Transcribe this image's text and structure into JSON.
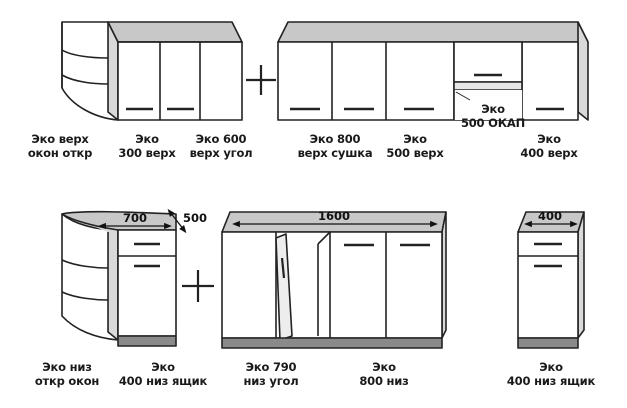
{
  "top_row": {
    "items": [
      {
        "line1": "Эко верх",
        "line2": "окон откр"
      },
      {
        "line1": "Эко",
        "line2": "300 верх"
      },
      {
        "line1": "Эко 600",
        "line2": "верх угол"
      },
      {
        "line1": "Эко 800",
        "line2": "верх сушка"
      },
      {
        "line1": "Эко",
        "line2": "500 верх"
      },
      {
        "line1": "Эко",
        "line2": "400 верх"
      }
    ],
    "hood_label": {
      "line1": "Эко",
      "line2": "500 ОКАП"
    }
  },
  "bottom_row": {
    "items": [
      {
        "line1": "Эко низ",
        "line2": "откр окон"
      },
      {
        "line1": "Эко",
        "line2": "400 низ ящик"
      },
      {
        "line1": "Эко 790",
        "line2": "низ угол"
      },
      {
        "line1": "Эко",
        "line2": "800 низ"
      },
      {
        "line1": "Эко",
        "line2": "400 низ ящик"
      }
    ]
  },
  "dimensions": {
    "corner_width": "700",
    "corner_depth": "500",
    "run_width": "1600",
    "single_width": "400"
  },
  "colors": {
    "outline": "#222222",
    "body_fill": "#ffffff",
    "side_panel": "#d9d9d9",
    "top_fill": "#c8c8c8",
    "plinth": "#8a8a8a"
  }
}
